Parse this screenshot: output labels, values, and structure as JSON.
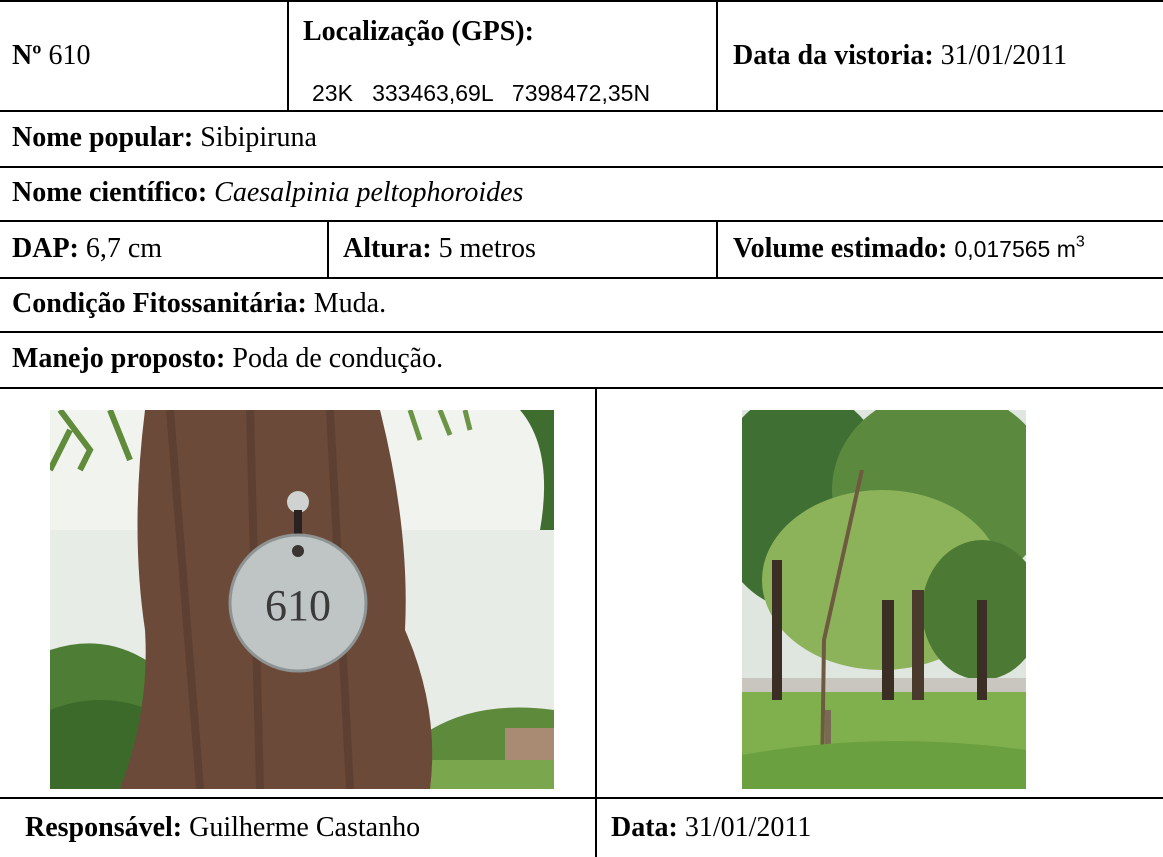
{
  "record": {
    "number_label": "Nº",
    "number": "610",
    "gps_label": "Localização (GPS):",
    "gps_value": "23K   333463,69L   7398472,35N",
    "survey_date_label": "Data da vistoria:",
    "survey_date": "31/01/2011"
  },
  "popular_name": {
    "label": "Nome popular:",
    "value": "Sibipiruna"
  },
  "scientific_name": {
    "label": "Nome científico:",
    "value": "Caesalpinia peltophoroides"
  },
  "measurements": {
    "dap_label": "DAP:",
    "dap_value": "6,7 cm",
    "height_label": "Altura:",
    "height_value": "5 metros",
    "volume_label": "Volume estimado:",
    "volume_value": "0,017565 m",
    "volume_exp": "3"
  },
  "condition": {
    "label": "Condição Fitossanitária:",
    "value": "Muda."
  },
  "management": {
    "label": "Manejo proposto:",
    "value": "Poda de condução."
  },
  "photos": {
    "tag_number": "610"
  },
  "footer": {
    "responsible_label": "Responsável:",
    "responsible_value": "Guilherme Castanho",
    "date_label": "Data:",
    "date_value": "31/01/2011"
  }
}
